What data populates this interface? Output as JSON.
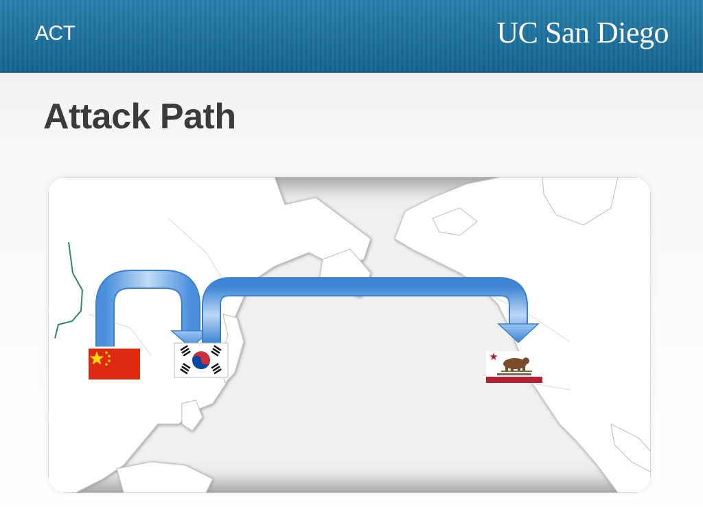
{
  "header": {
    "course_label": "ACT",
    "brand": "UC San Diego"
  },
  "slide": {
    "title": "Attack Path"
  },
  "diagram": {
    "nodes": [
      {
        "id": "china",
        "icon": "china-flag-icon"
      },
      {
        "id": "south-korea",
        "icon": "south-korea-flag-icon"
      },
      {
        "id": "california",
        "icon": "california-flag-icon"
      }
    ],
    "edges": [
      {
        "from": "china",
        "to": "south-korea"
      },
      {
        "from": "south-korea",
        "to": "california"
      }
    ],
    "colors": {
      "arrow_light": "#a9cdf3",
      "arrow_dark": "#3f86d6",
      "china_red": "#de2910",
      "china_star": "#ffde00",
      "korea_red": "#cd2e3a",
      "korea_blue": "#0047a0",
      "california_red": "#b22234",
      "bear_brown": "#7a4a2a"
    }
  }
}
